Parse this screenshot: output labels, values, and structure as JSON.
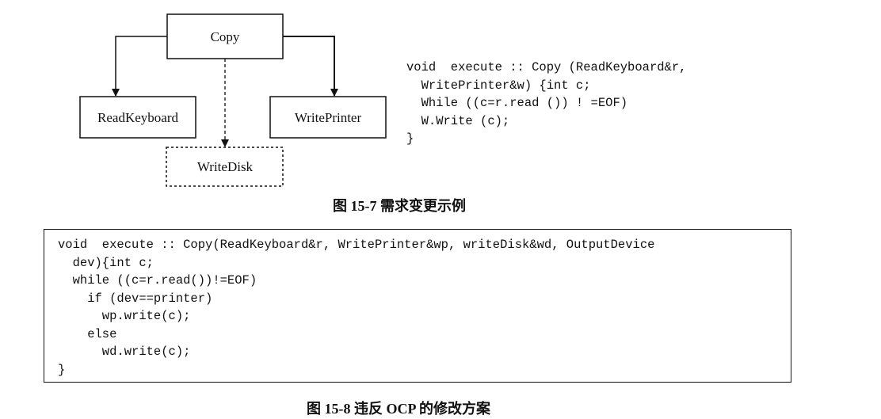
{
  "diagram": {
    "copy": "Copy",
    "read_keyboard": "ReadKeyboard",
    "write_printer": "WritePrinter",
    "write_disk": "WriteDisk"
  },
  "code1": [
    "void  execute :: Copy (ReadKeyboard&r,",
    "  WritePrinter&w) {int c;",
    "  While ((c=r.read ()) ! =EOF)",
    "  W.Write (c);",
    "}"
  ],
  "caption1": "图 15-7   需求变更示例",
  "code2": [
    "void  execute :: Copy(ReadKeyboard&r, WritePrinter&wp, writeDisk&wd, OutputDevice",
    "  dev){int c;",
    "  while ((c=r.read())!=EOF)",
    "    if (dev==printer)",
    "      wp.write(c);",
    "    else",
    "      wd.write(c);",
    "}"
  ],
  "caption2": "图 15-8   违反 OCP 的修改方案"
}
